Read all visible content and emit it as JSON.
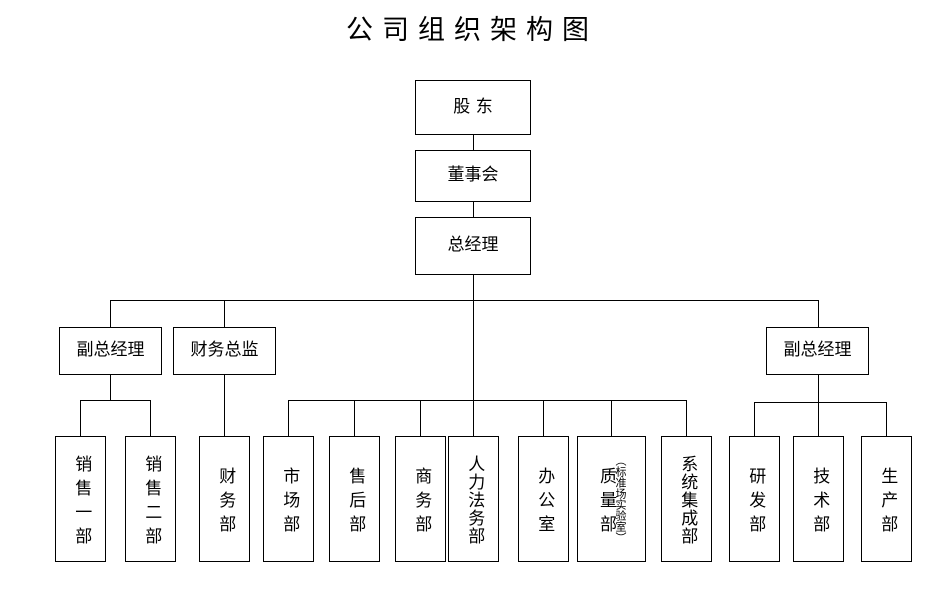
{
  "page": {
    "title": "公司组织架构图",
    "background_color": "#ffffff",
    "line_color": "#000000",
    "text_color": "#000000"
  },
  "chart_data": {
    "type": "diagram",
    "subtype": "organization-chart",
    "title": "公司组织架构图",
    "orientation": "top-down",
    "levels": [
      {
        "level": 1,
        "nodes": [
          "股 东"
        ]
      },
      {
        "level": 2,
        "nodes": [
          "董事会"
        ]
      },
      {
        "level": 3,
        "nodes": [
          "总经理"
        ]
      },
      {
        "level": 4,
        "nodes": [
          "副总经理",
          "财务总监",
          "副总经理"
        ]
      },
      {
        "level": 5,
        "nodes": [
          "销售一部",
          "销售二部",
          "财务部",
          "市场部",
          "售后部",
          "商务部",
          "人力法务部",
          "办公室",
          "质量部（标准场实验室）",
          "系统集成部",
          "研发部",
          "技术部",
          "生产部"
        ]
      }
    ],
    "edges": [
      {
        "from": "股 东",
        "to": "董事会"
      },
      {
        "from": "董事会",
        "to": "总经理"
      },
      {
        "from": "总经理",
        "to": "副总经理(左)"
      },
      {
        "from": "总经理",
        "to": "财务总监"
      },
      {
        "from": "总经理",
        "to": "中层部门组"
      },
      {
        "from": "总经理",
        "to": "副总经理(右)"
      },
      {
        "from": "副总经理(左)",
        "to": "销售一部"
      },
      {
        "from": "副总经理(左)",
        "to": "销售二部"
      },
      {
        "from": "财务总监",
        "to": "财务部"
      },
      {
        "from": "中层部门组",
        "to": "市场部"
      },
      {
        "from": "中层部门组",
        "to": "售后部"
      },
      {
        "from": "中层部门组",
        "to": "商务部"
      },
      {
        "from": "中层部门组",
        "to": "人力法务部"
      },
      {
        "from": "中层部门组",
        "to": "办公室"
      },
      {
        "from": "中层部门组",
        "to": "质量部（标准场实验室）"
      },
      {
        "from": "中层部门组",
        "to": "系统集成部"
      },
      {
        "from": "副总经理(右)",
        "to": "研发部"
      },
      {
        "from": "副总经理(右)",
        "to": "技术部"
      },
      {
        "from": "副总经理(右)",
        "to": "生产部"
      }
    ]
  },
  "nodes": {
    "shareholders": "股 东",
    "board": "董事会",
    "general_manager": "总经理",
    "vice_gm_left": "副总经理",
    "finance_director": "财务总监",
    "vice_gm_right": "副总经理",
    "sales_dept_1": "销售一部",
    "sales_dept_2": "销售二部",
    "finance_dept": "财务部",
    "market_dept": "市场部",
    "after_sales_dept": "售后部",
    "business_dept": "商务部",
    "hr_legal_dept": "人力法务部",
    "office": "办公室",
    "quality_dept": "质量部",
    "quality_dept_note": "（标准场实验室）",
    "system_integration_dept": "系统集成部",
    "rd_dept": "研发部",
    "tech_dept": "技术部",
    "production_dept": "生产部"
  }
}
